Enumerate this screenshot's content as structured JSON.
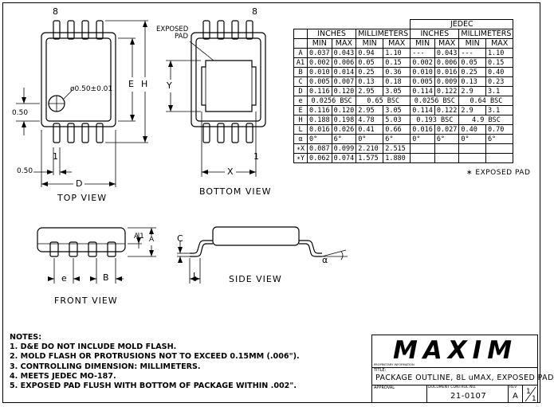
{
  "views": {
    "top": "TOP VIEW",
    "bottom": "BOTTOM VIEW",
    "front": "FRONT VIEW",
    "side": "SIDE VIEW"
  },
  "dims": {
    "pin8_top": "8",
    "pin8_bottom": "8",
    "pin1_top": "1",
    "pin1_bottom": "1",
    "hole": "ø0.50±0.01",
    "side_050": "0.50",
    "bottom_050": "0.50",
    "E": "E",
    "H": "H",
    "D": "D",
    "X": "X",
    "Y": "Y",
    "exposed_pad": [
      "EXPOSED",
      "PAD"
    ],
    "A1": "A1",
    "A": "A",
    "e": "e",
    "B": "B",
    "C": "C",
    "L": "L",
    "alpha": "α"
  },
  "table": {
    "jedec": "JEDEC",
    "groups": [
      "INCHES",
      "MILLIMETERS",
      "INCHES",
      "MILLIMETERS"
    ],
    "subheads": [
      "MIN",
      "MAX",
      "MIN",
      "MAX",
      "MIN",
      "MAX",
      "MIN",
      "MAX"
    ],
    "rows": [
      {
        "sym": "A",
        "cells": [
          "0.037",
          "0.043",
          "0.94",
          "1.10",
          "---",
          "0.043",
          "---",
          "1.10"
        ]
      },
      {
        "sym": "A1",
        "cells": [
          "0.002",
          "0.006",
          "0.05",
          "0.15",
          "0.002",
          "0.006",
          "0.05",
          "0.15"
        ]
      },
      {
        "sym": "B",
        "cells": [
          "0.010",
          "0.014",
          "0.25",
          "0.36",
          "0.010",
          "0.016",
          "0.25",
          "0.40"
        ]
      },
      {
        "sym": "C",
        "cells": [
          "0.005",
          "0.007",
          "0.13",
          "0.18",
          "0.005",
          "0.009",
          "0.13",
          "0.23"
        ]
      },
      {
        "sym": "D",
        "cells": [
          "0.116",
          "0.120",
          "2.95",
          "3.05",
          "0.114",
          "0.122",
          "2.9",
          "3.1"
        ]
      },
      {
        "sym": "e",
        "spans": [
          "0.0256  BSC",
          "0.65  BSC",
          "0.0256  BSC",
          "0.64  BSC"
        ]
      },
      {
        "sym": "E",
        "cells": [
          "0.116",
          "0.120",
          "2.95",
          "3.05",
          "0.114",
          "0.122",
          "2.9",
          "3.1"
        ]
      },
      {
        "sym": "H",
        "cells": [
          "0.188",
          "0.198",
          "4.78",
          "5.03"
        ],
        "spans2": [
          "0.193  BSC",
          "4.9  BSC"
        ]
      },
      {
        "sym": "L",
        "cells": [
          "0.016",
          "0.026",
          "0.41",
          "0.66",
          "0.016",
          "0.027",
          "0.40",
          "0.70"
        ]
      },
      {
        "sym": "α",
        "cells": [
          "0°",
          "6°",
          "0°",
          "6°",
          "0°",
          "6°",
          "0°",
          "6°"
        ]
      },
      {
        "sym": "∗X",
        "cells": [
          "0.087",
          "0.099",
          "2.210",
          "2.515",
          "",
          "",
          "",
          ""
        ]
      },
      {
        "sym": "∗Y",
        "cells": [
          "0.062",
          "0.074",
          "1.575",
          "1.880",
          "",
          "",
          "",
          ""
        ]
      }
    ],
    "footnote": "∗ EXPOSED PAD"
  },
  "notes": {
    "title": "NOTES:",
    "items": [
      "1. D&E DO NOT INCLUDE MOLD FLASH.",
      "2. MOLD FLASH OR PROTRUSIONS NOT TO EXCEED 0.15MM (.006\").",
      "3. CONTROLLING DIMENSION:   MILLIMETERS.",
      "4. MEETS JEDEC MO-187.",
      "5. EXPOSED PAD FLUSH WITH BOTTOM OF PACKAGE WITHIN .002\"."
    ]
  },
  "title_block": {
    "logo": "MAXIM",
    "proprietary": "PROPRIETARY INFORMATION",
    "title_label": "TITLE:",
    "title": "PACKAGE OUTLINE, 8L uMAX, EXPOSED PAD",
    "approval": "APPROVAL",
    "doc_label": "DOCUMENT CONTROL NO.",
    "doc_no": "21-0107",
    "rev_label": "REV",
    "rev": "A",
    "sheet": "1",
    "sheets": "1"
  }
}
